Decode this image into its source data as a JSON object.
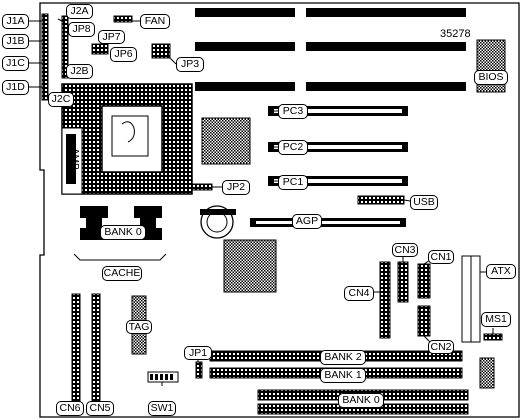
{
  "diagram": {
    "figure_number": "35278",
    "labels": {
      "j1a": "J1A",
      "j1b": "J1B",
      "j1c": "J1C",
      "j1d": "J1D",
      "j2a": "J2A",
      "j2b": "J2B",
      "j2c": "J2C",
      "jp8": "JP8",
      "jp7": "JP7",
      "jp6": "JP6",
      "jp3": "JP3",
      "jp2": "JP2",
      "jp1": "JP1",
      "fan": "FAN",
      "bios": "BIOS",
      "pc3": "PC3",
      "pc2": "PC2",
      "pc1": "PC1",
      "usb": "USB",
      "agp": "AGP",
      "bank0_cache": "BANK 0",
      "cache": "CACHE",
      "amp": "AMP",
      "cn1": "CN1",
      "cn2": "CN2",
      "cn3": "CN3",
      "cn4": "CN4",
      "cn5": "CN5",
      "cn6": "CN6",
      "atx": "ATX",
      "ms1": "MS1",
      "tag": "TAG",
      "sw1": "SW1",
      "bank2": "BANK 2",
      "bank1": "BANK 1",
      "bank0": "BANK 0"
    }
  }
}
